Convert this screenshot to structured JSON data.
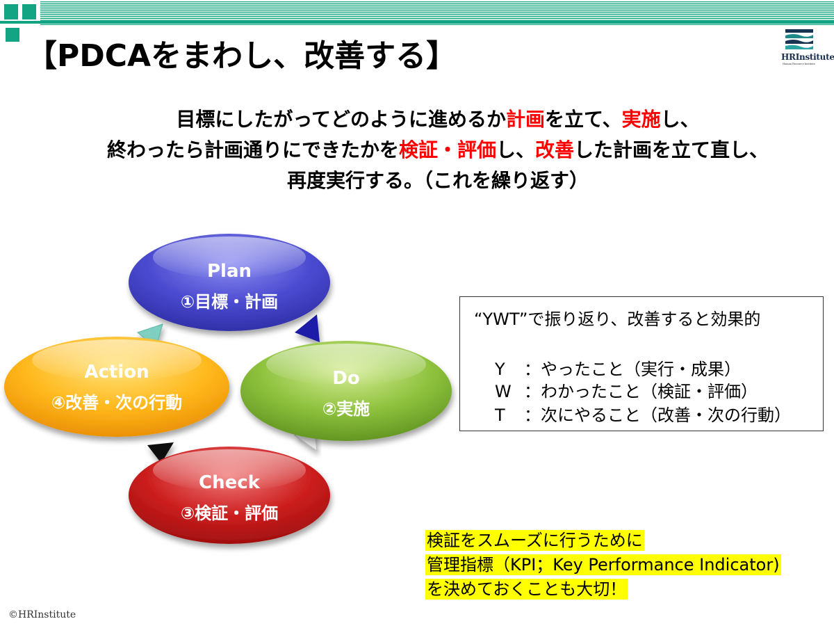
{
  "title": "【PDCAをまわし、改善する】",
  "logo": {
    "name": "HRInstitute",
    "subtitle": "Human Resource Institute"
  },
  "intro": [
    [
      {
        "t": "目標にしたがってどのように進めるか",
        "red": false
      },
      {
        "t": "計画",
        "red": true
      },
      {
        "t": "を立て、",
        "red": false
      },
      {
        "t": "実施",
        "red": true
      },
      {
        "t": "し、",
        "red": false
      }
    ],
    [
      {
        "t": "終わったら計画通りにできたかを",
        "red": false
      },
      {
        "t": "検証・評価",
        "red": true
      },
      {
        "t": "し、",
        "red": false
      },
      {
        "t": "改善",
        "red": true
      },
      {
        "t": "した計画を立て直し、",
        "red": false
      }
    ],
    [
      {
        "t": "再度実行する。（これを繰り返す）",
        "red": false
      }
    ]
  ],
  "cycle": {
    "plan": {
      "en": "Plan",
      "ja": "①目標・計画"
    },
    "do": {
      "en": "Do",
      "ja": "②実施"
    },
    "check": {
      "en": "Check",
      "ja": "③検証・評価"
    },
    "action": {
      "en": "Action",
      "ja": "④改善・次の行動"
    }
  },
  "colors": {
    "accent": "#13a483",
    "plan": "#3f3fc4",
    "do": "#6aa327",
    "check": "#c4161c",
    "action": "#f7a600"
  },
  "ywt": {
    "heading": "“YWT”で振り返り、改善すると効果的",
    "rows": [
      {
        "key": "Y",
        "text": "：やったこと（実行・成果）"
      },
      {
        "key": "W",
        "text": "：わかったこと（検証・評価）"
      },
      {
        "key": "T",
        "text": "：次にやること（改善・次の行動）"
      }
    ]
  },
  "kpi": [
    "検証をスムーズに行うために",
    "管理指標（KPI；Key Performance Indicator)",
    "を決めておくことも大切！"
  ],
  "copyright": "©HRInstitute"
}
